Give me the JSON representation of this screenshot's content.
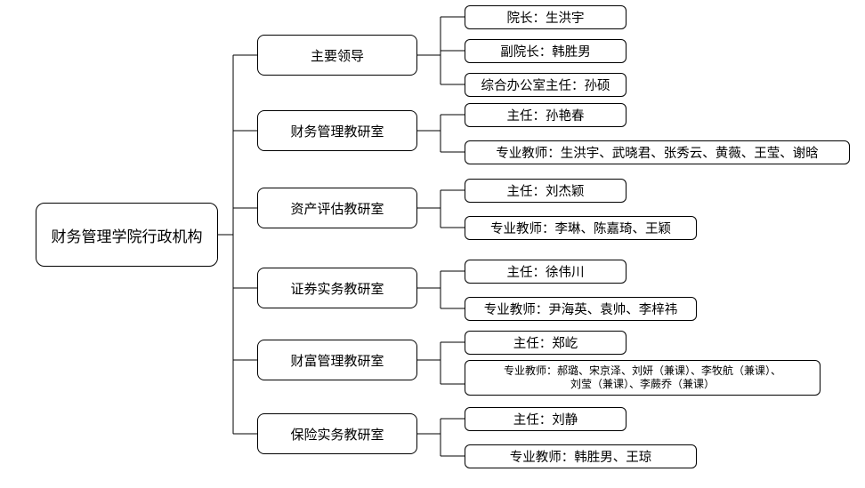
{
  "root": "财务管理学院行政机构",
  "departments": [
    {
      "name": "主要领导",
      "members": [
        "院长：生洪宇",
        "副院长：韩胜男",
        "综合办公室主任：孙硕"
      ]
    },
    {
      "name": "财务管理教研室",
      "members": [
        "主任：孙艳春",
        "专业教师：生洪宇、武晓君、张秀云、黄薇、王莹、谢晗"
      ]
    },
    {
      "name": "资产评估教研室",
      "members": [
        "主任：刘杰颖",
        "专业教师：李琳、陈嘉琦、王颖"
      ]
    },
    {
      "name": "证券实务教研室",
      "members": [
        "主任：徐伟川",
        "专业教师：尹海英、袁帅、李梓祎"
      ]
    },
    {
      "name": "财富管理教研室",
      "members": [
        "主任：郑屹",
        [
          "专业教师：郝璐、宋京泽、刘妍（兼课）、李牧航（兼课）、",
          "刘莹（兼课）、李蕨乔（兼课）"
        ]
      ]
    },
    {
      "name": "保险实务教研室",
      "members": [
        "主任：刘静",
        "专业教师：韩胜男、王琼"
      ]
    }
  ]
}
